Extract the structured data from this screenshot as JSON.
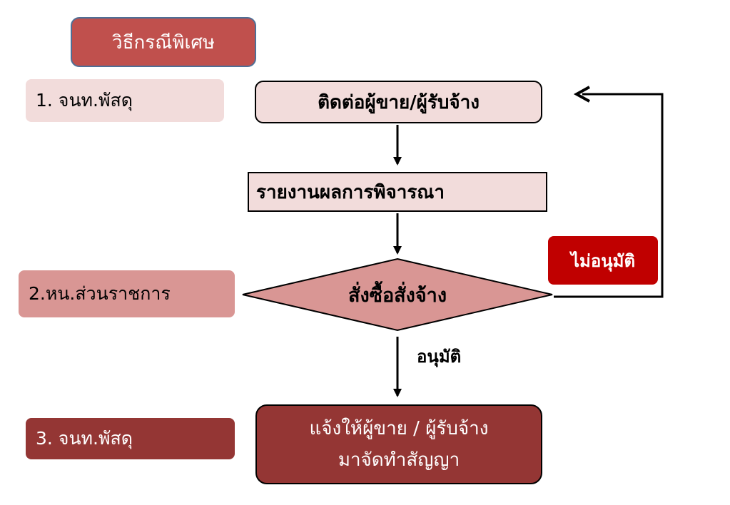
{
  "title": "วิธีกรณีพิเศษ",
  "roles": {
    "role1": "1. จนท.พัสดุ",
    "role2": "2.หน.ส่วนราชการ",
    "role3": "3. จนท.พัสดุ"
  },
  "steps": {
    "contact": "ติดต่อผู้ขาย/ผู้รับจ้าง",
    "report": "รายงานผลการพิจารณา",
    "decision": "สั่งซื้อสั่งจ้าง",
    "final_line1": "แจ้งให้ผู้ขาย / ผู้รับจ้าง",
    "final_line2": "มาจัดทำสัญญา"
  },
  "branches": {
    "rejected": "ไม่อนุมัติ",
    "approved": "อนุมัติ"
  },
  "colors": {
    "title_fill": "#c0504d",
    "light_fill": "#f2dcdb",
    "decision_fill": "#d99694",
    "dark_fill": "#943634",
    "reject_fill": "#c00000"
  }
}
